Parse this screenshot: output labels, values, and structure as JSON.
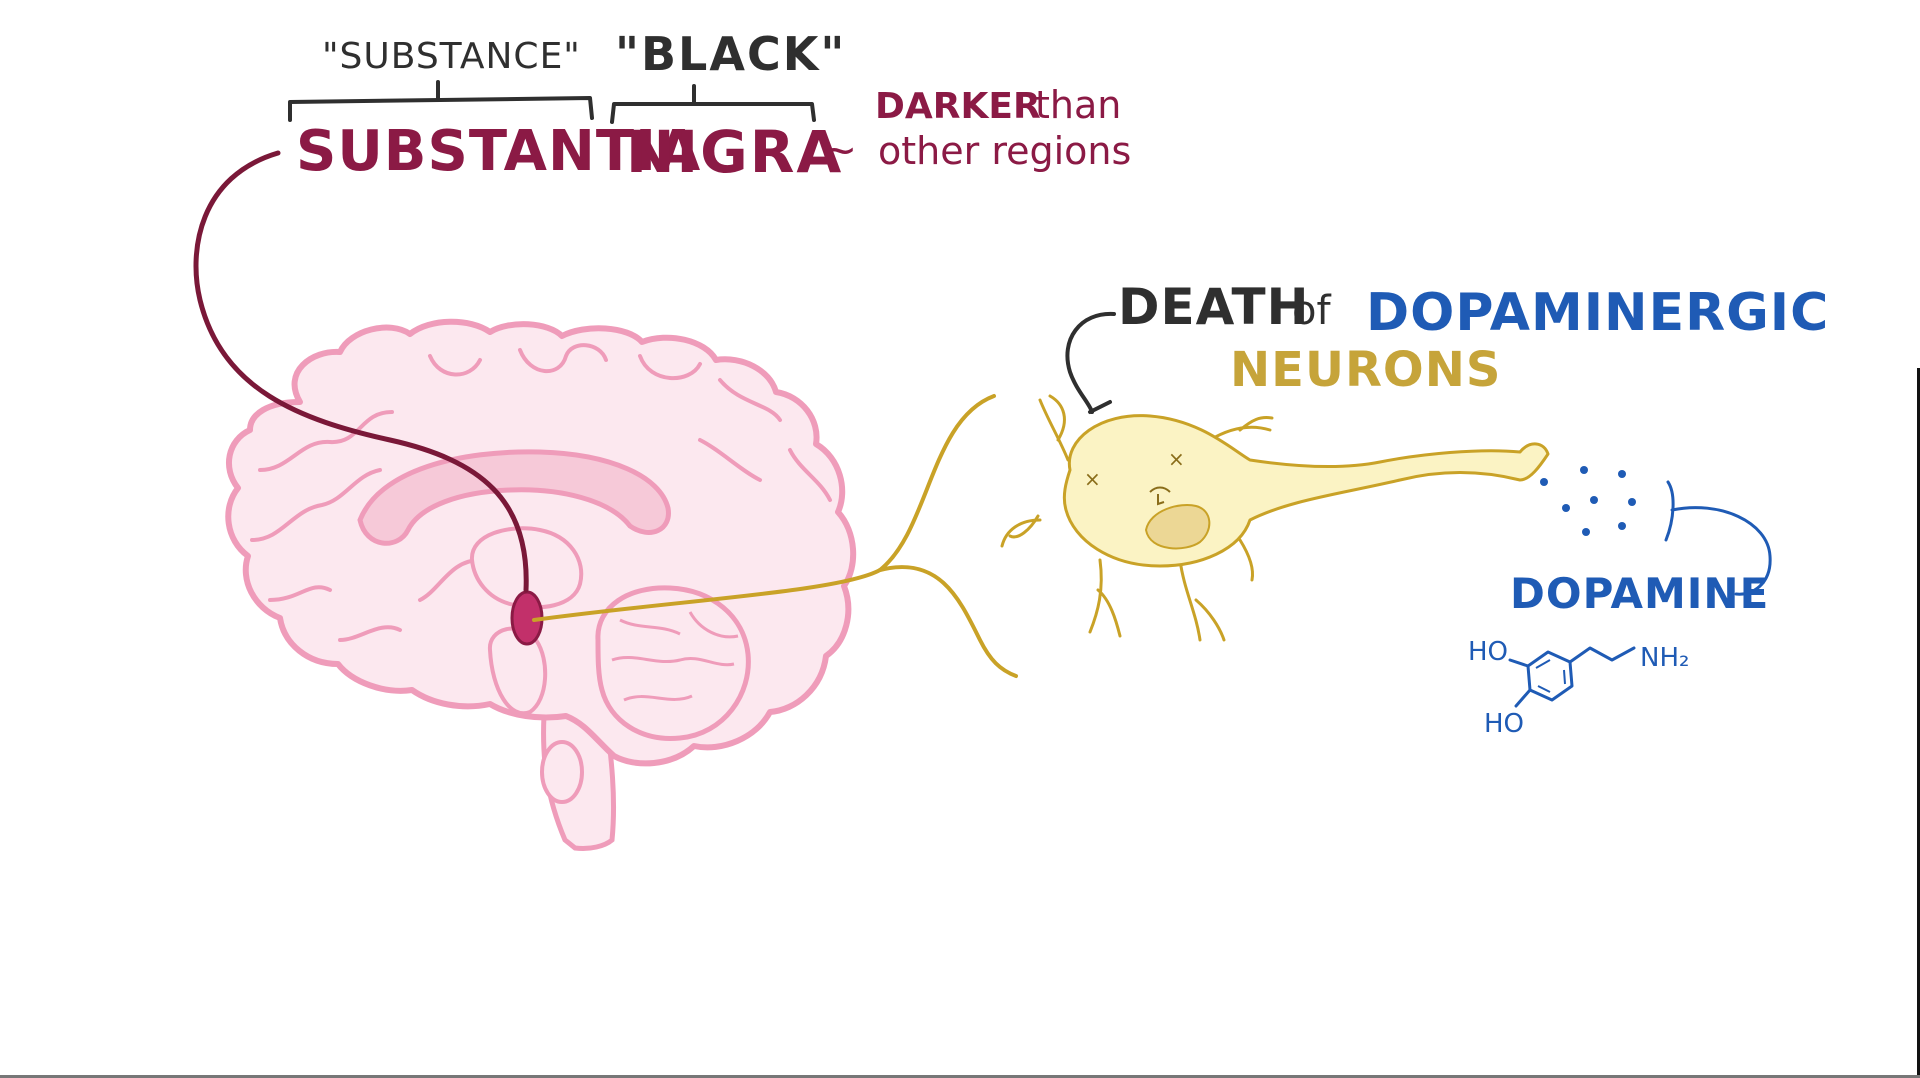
{
  "labels": {
    "substance_quote": "\"SUBSTANCE\"",
    "black_quote": "\"BLACK\"",
    "substantia": "SUBSTANTIA",
    "nigra": "NIGRA",
    "tilde": "~",
    "darker": "DARKER",
    "than": "than",
    "other_regions": "other regions",
    "death": "DEATH",
    "of": "of",
    "dopaminergic": "DOPAMINERGIC",
    "neurons": "NEURONS",
    "dopamine": "DOPAMINE",
    "ho_top": "HO",
    "ho_bottom": "HO",
    "nh2": "NH₂"
  },
  "colors": {
    "maroon": "#8b1a45",
    "dark_gray": "#2f2f2f",
    "brain_outline": "#ef9cba",
    "brain_fill": "#fce8ef",
    "nigra_fill": "#c2306a",
    "gold": "#c9a227",
    "neuron_fill": "#fbf3c4",
    "blue": "#1f5bb5",
    "label_gold": "#c6a43a"
  },
  "icons": {
    "brain": "brain-illustration",
    "neuron": "neuron-illustration",
    "molecule": "dopamine-structure"
  }
}
